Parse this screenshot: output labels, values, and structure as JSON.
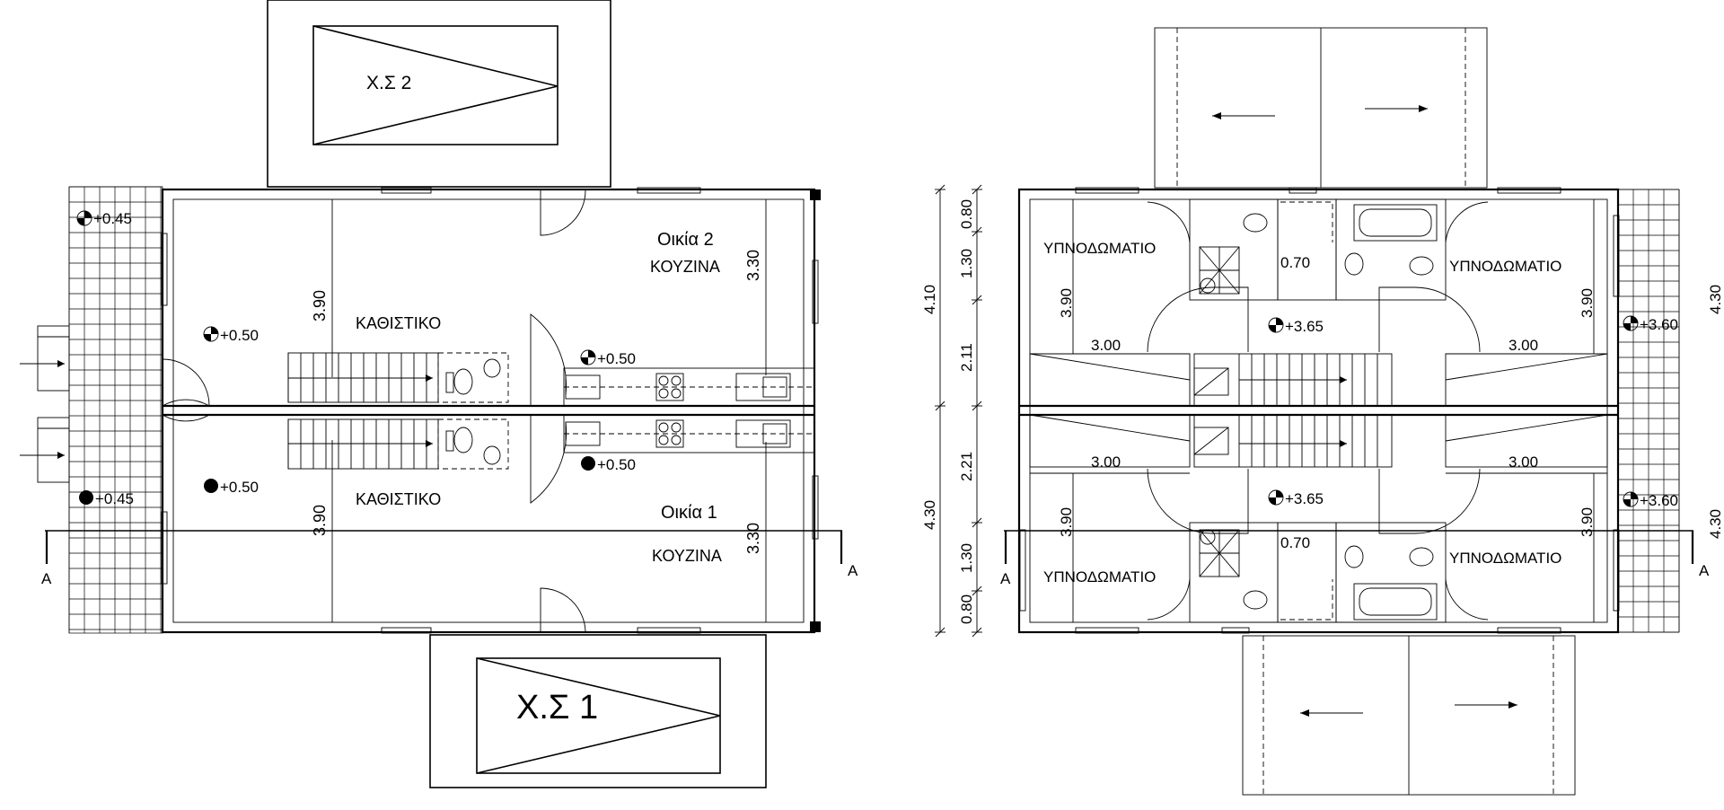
{
  "parking": {
    "p2": "Χ.Σ 2",
    "p1": "Χ.Σ 1"
  },
  "ground": {
    "house2": "Οικία 2",
    "house1": "Οικία 1",
    "kitchen2": "ΚΟΥΖΙΝΑ",
    "kitchen1": "ΚΟΥΖΙΝΑ",
    "living2": "ΚΑΘΙΣΤΙΚΟ",
    "living1": "ΚΑΘΙΣΤΙΚΟ",
    "lvl_terrace_top": "+0.45",
    "lvl_terrace_bot": "+0.45",
    "lvl_living_top": "+0.50",
    "lvl_living_bot": "+0.50",
    "lvl_hall_top": "+0.50",
    "lvl_hall_bot": "+0.50",
    "dim_living_top": "3.90",
    "dim_living_bot": "3.90",
    "dim_kitchen_top": "3.30",
    "dim_kitchen_bot": "3.30",
    "sec_left": "A",
    "sec_right": "A"
  },
  "upper": {
    "bed_tl": "ΥΠΝΟΔΩΜΑΤΙΟ",
    "bed_tr": "ΥΠΝΟΔΩΜΑΤΙΟ",
    "bed_bl": "ΥΠΝΟΔΩΜΑΤΙΟ",
    "bed_br": "ΥΠΝΟΔΩΜΑΤΙΟ",
    "lvl_top": "+3.65",
    "lvl_bot": "+3.65",
    "lvl_bal_top": "+3.60",
    "lvl_bal_bot": "+3.60",
    "d070_top": "0.70",
    "d070_bot": "0.70",
    "d300_tl": "3.00",
    "d300_tr": "3.00",
    "d300_bl": "3.00",
    "d300_br": "3.00",
    "d390_tl": "3.90",
    "d390_tr": "3.90",
    "d390_bl": "3.90",
    "d390_br": "3.90",
    "chain": [
      "0.80",
      "1.30",
      "2.11",
      "2.21",
      "1.30",
      "0.80"
    ],
    "overall_top": "4.10",
    "overall_bot": "4.30",
    "right_top": "4.30",
    "right_bot": "4.30",
    "sec_left": "A",
    "sec_right": "A"
  }
}
